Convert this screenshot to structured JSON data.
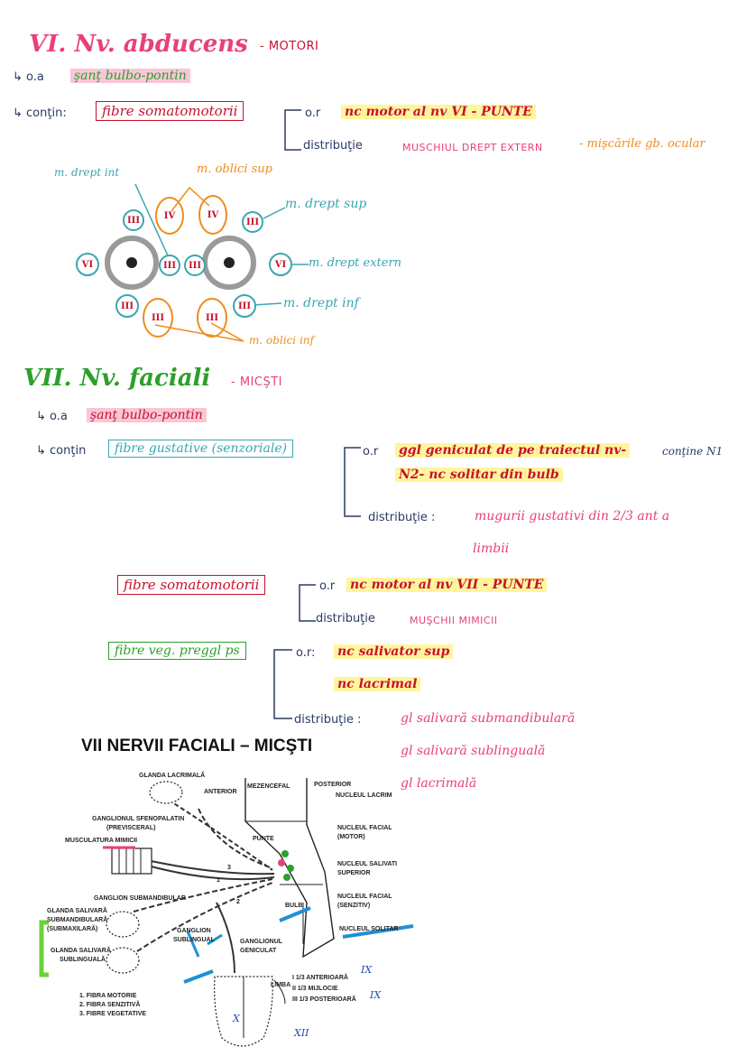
{
  "section6": {
    "title": "VI. Nv. abducens",
    "type": "- MOTORI",
    "origin_label": "↳ o.a",
    "origin_value": "şanţ bulbo-pontin",
    "contains_label": "↳ conţin:",
    "fibers": "fibre somatomotorii",
    "or_label": "o.r",
    "or_value": "nc motor al nv VI - PUNTE",
    "distrib_label": "distribuţie",
    "distrib_muscle": "MUSCHIUL DREPT EXTERN",
    "distrib_extra": "- mişcările gb. ocular"
  },
  "eye_diagram": {
    "label_drept_int": "m. drept int",
    "label_oblici_sup": "m. oblici sup",
    "label_drept_sup": "m. drept sup",
    "label_drept_extern": "m. drept extern",
    "label_drept_inf": "m. drept inf",
    "label_oblici_inf": "m. oblici inf",
    "numerals": {
      "iii": "III",
      "iv": "IV",
      "vi": "VI"
    }
  },
  "section7": {
    "title": "VII. Nv. faciali",
    "type": "- MICŞTI",
    "origin_label": "↳ o.a",
    "origin_value": "şanţ bulbo-pontin",
    "contains_label": "↳ conţin",
    "fibers_gust": "fibre gustative (senzoriale)",
    "gust_or_label": "o.r",
    "gust_or_value1": "ggl geniculat de pe traiectul nv-",
    "gust_or_value1b": "conţine N1",
    "gust_or_value2": "N2- nc solitar din bulb",
    "gust_distrib_label": "distribuţie :",
    "gust_distrib_value1": "mugurii gustativi din 2/3 ant a",
    "gust_distrib_value2": "limbii",
    "fibers_somato": "fibre somatomotorii",
    "somato_or_label": "o.r",
    "somato_or_value": "nc motor al nv VII - PUNTE",
    "somato_distrib_label": "distribuţie",
    "somato_distrib_value": "MUŞCHII MIMICII",
    "fibers_veg": "fibre veg. preggl ps",
    "veg_or_label": "o.r:",
    "veg_or_value1": "nc salivator sup",
    "veg_or_value2": "nc lacrimal",
    "veg_distrib_label": "distribuţie :",
    "veg_distrib_value1": "gl salivară submandibulară",
    "veg_distrib_value2": "gl salivară sublinguală",
    "veg_distrib_value3": "gl lacrimală"
  },
  "figure": {
    "title": "VII NERVII FACIALI – MICŞTI",
    "glanda_lacrimala": "GLANDA LACRIMALĂ",
    "anterior": "ANTERIOR",
    "mezencefal": "MEZENCEFAL",
    "posterior": "POSTERIOR",
    "nucleul_lacrim": "NUCLEUL LACRIM",
    "ganglionul_sfeno": "GANGLIONUL SFENOPALATIN",
    "previsceral": "(PREVISCERAL)",
    "musculatura": "MUSCULATURA MIMICII",
    "punte": "PUNTE",
    "nucleul_facial_motor": "NUCLEUL FACIAL",
    "motor": "(MOTOR)",
    "nucleul_salivati": "NUCLEUL SALIVATI",
    "superior": "SUPERIOR",
    "ganglion_submand": "GANGLION SUBMANDIBULAR",
    "glanda_submand1": "GLANDA SALIVARĂ",
    "glanda_submand2": "SUBMANDIBULARĂ",
    "glanda_submand3": "(SUBMAXILARĂ)",
    "nucleul_facial_senz": "NUCLEUL FACIAL",
    "senzitiv": "(SENZITIV)",
    "bulb": "BULB",
    "ganglion_subling1": "GANGLION",
    "ganglion_subling2": "SUBLINGUAL",
    "nucleul_solitar": "NUCLEUL SOLITAR",
    "glanda_subling1": "GLANDA SALIVARĂ",
    "glanda_subling2": "SUBLINGUALĂ",
    "ganglionul_genic1": "GANGLIONUL",
    "ganglionul_genic2": "GENICULAT",
    "limba": "LIMBA",
    "treime1": "I 1/3 ANTERIOARĂ",
    "treime2": "II 1/3 MIJLOCIE",
    "treime3": "III 1/3 POSTERIOARĂ",
    "legend1": "1. FIBRA MOTORIE",
    "legend2": "2. FIBRA SENZITIVĂ",
    "legend3": "3. FIBRE VEGETATIVE",
    "n1": "1",
    "n2": "2",
    "n3": "3",
    "annot_ix1": "IX",
    "annot_ix2": "IX",
    "annot_x": "X",
    "annot_xi": "XII"
  },
  "colors": {
    "pink": "#e8407a",
    "red": "#c8102e",
    "teal": "#3aa6b0",
    "orange": "#ef8c1c",
    "green": "#2ba02b",
    "highlight_yellow": "#fff59d",
    "highlight_pink": "#f9c6d8"
  }
}
